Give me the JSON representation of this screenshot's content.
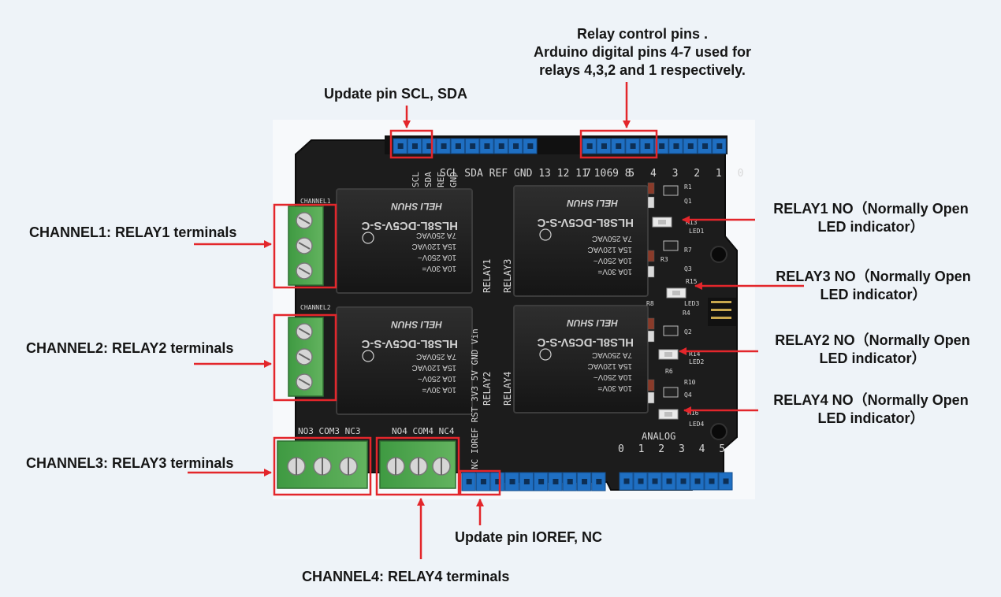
{
  "annotations": {
    "relay_control": [
      "Relay control pins .",
      "Arduino digital pins 4-7 used for",
      "relays 4,3,2 and 1 respectively."
    ],
    "update_scl_sda": "Update pin SCL, SDA",
    "update_ioref": "Update pin IOREF, NC",
    "channel1": "CHANNEL1: RELAY1 terminals",
    "channel2": "CHANNEL2: RELAY2 terminals",
    "channel3": "CHANNEL3: RELAY3 terminals",
    "channel4": "CHANNEL4: RELAY4 terminals",
    "relay1_led": [
      "RELAY1 NO（Normally Open",
      "LED indicator）"
    ],
    "relay3_led": [
      "RELAY3 NO（Normally Open",
      "LED indicator）"
    ],
    "relay2_led": [
      "RELAY2 NO（Normally Open",
      "LED indicator）"
    ],
    "relay4_led": [
      "RELAY4 NO（Normally Open",
      "LED indicator）"
    ]
  },
  "board": {
    "top_silk": "SCL SDA REF GND 13 12 11 10 9 8",
    "digital_silk": "7 6 5 4 3 2 1 0",
    "bottom_terminal_silk": "NO3 COM3 NC3",
    "bottom_terminal_silk2": "NO4 COM4 NC4",
    "power_silk": "NC IOREF RST 3V3 5V GND Vin",
    "analog_label": "ANALOG",
    "analog_silk": "0 1 2 3 4 5",
    "channel1_silk": "CHANNEL1",
    "channel2_silk": "CHANNEL2",
    "relay_labels": [
      "RELAY1",
      "RELAY2",
      "RELAY3",
      "RELAY4"
    ],
    "relay_model": "HLS8L-DC5V-S-C",
    "relay_brand": "HELI SHUN",
    "relay_ratings": [
      "10A 30V=",
      "10A 250V~",
      "15A 120VAC",
      "7A 250VAC"
    ],
    "component_labels": [
      "R1",
      "Q1",
      "R13",
      "LED1",
      "R7",
      "R3",
      "Q3",
      "R15",
      "LED3",
      "R4",
      "Q2",
      "R14",
      "LED2",
      "R6",
      "R10",
      "Q4",
      "R16",
      "LED4",
      "R8"
    ]
  },
  "colors": {
    "background": "#eef3f8",
    "board": "#1c1c1c",
    "header": "#1f6fc2",
    "terminal": "#4fa84f",
    "highlight": "#e3262b"
  }
}
